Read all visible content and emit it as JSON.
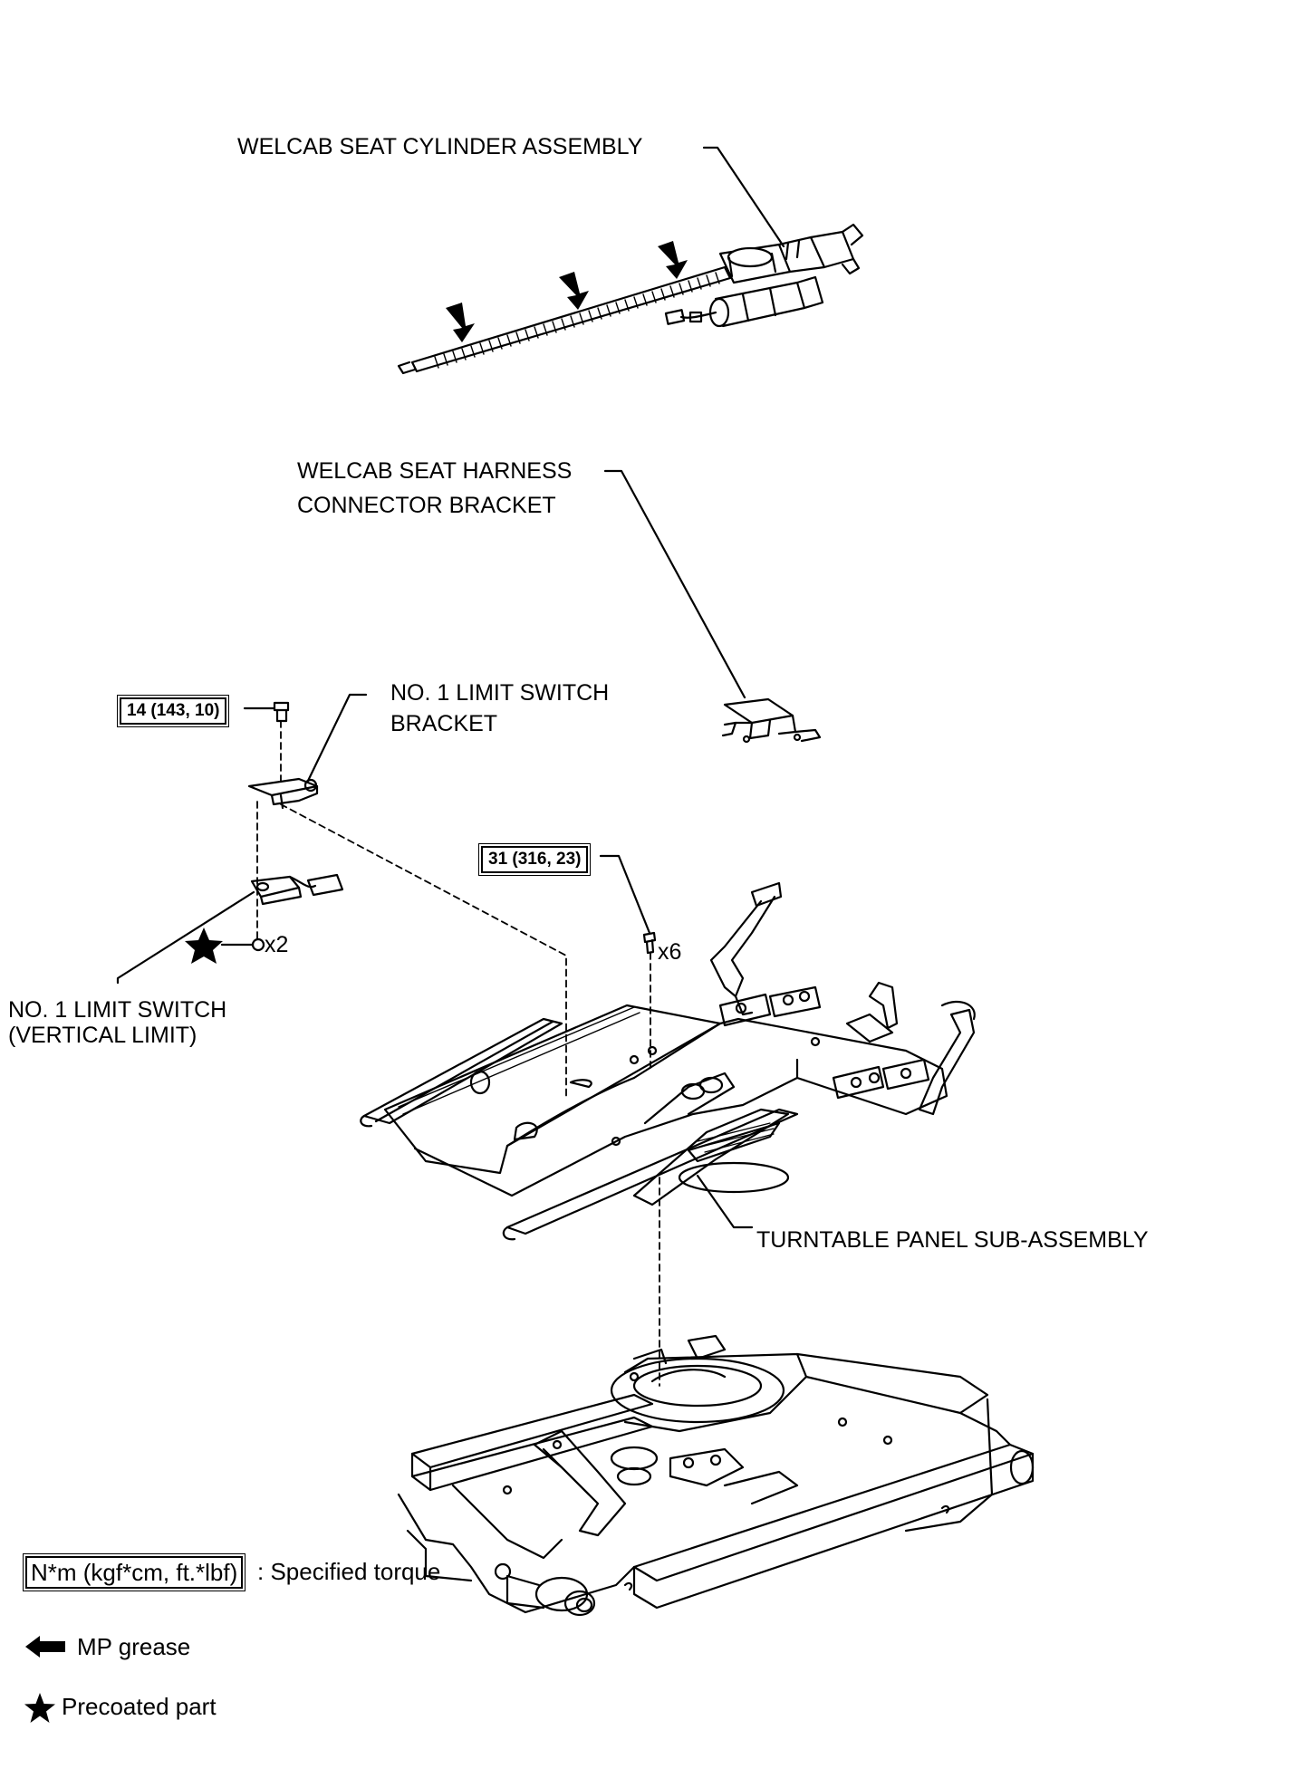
{
  "labels": {
    "cylinder": "WELCAB SEAT CYLINDER ASSEMBLY",
    "harness_line1": "WELCAB SEAT HARNESS",
    "harness_line2": "CONNECTOR BRACKET",
    "bracket_line1": "NO. 1 LIMIT SWITCH",
    "bracket_line2": "BRACKET",
    "switch_line1": "NO. 1 LIMIT SWITCH",
    "switch_line2": "(VERTICAL LIMIT)",
    "turntable": "TURNTABLE PANEL SUB-ASSEMBLY"
  },
  "torques": {
    "bracket_bolt": "14 (143, 10)",
    "turntable_bolt": "31 (316, 23)"
  },
  "quantities": {
    "switch_screws": "x2",
    "turntable_bolts": "x6"
  },
  "legend": {
    "torque_box": "N*m (kgf*cm, ft.*lbf)",
    "torque_desc": ": Specified torque",
    "grease": "MP grease",
    "precoat": "Precoated part"
  },
  "icons": {
    "grease": "arrow-left-icon",
    "precoat": "star-icon"
  }
}
